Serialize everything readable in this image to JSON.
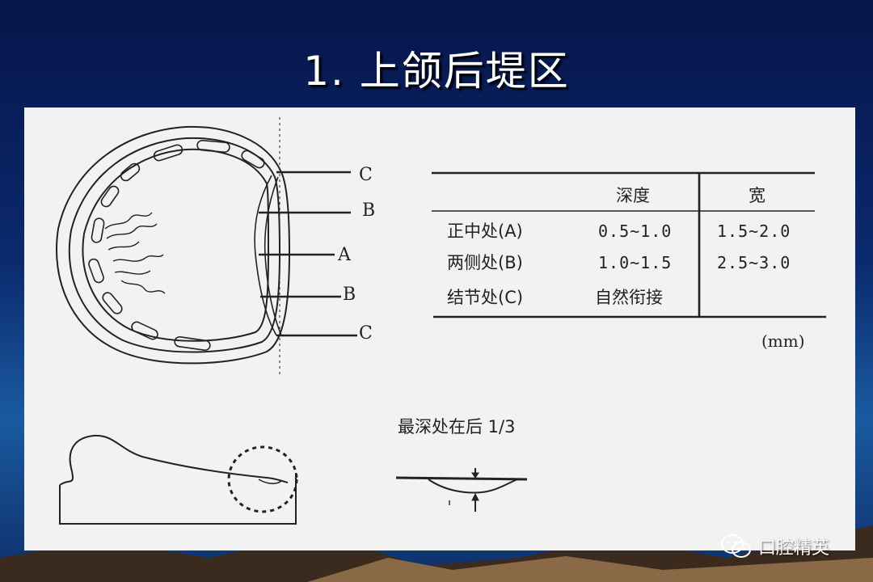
{
  "title": "1. 上颌后堤区",
  "diagram": {
    "labels": {
      "c_top": "C",
      "b_top": "B",
      "a": "A",
      "b_bottom": "B",
      "c_bottom": "C"
    }
  },
  "table": {
    "headers": [
      "",
      "深度",
      "宽"
    ],
    "rows": [
      {
        "label": "正中处(A)",
        "depth": "0.5~1.0",
        "width": "1.5~2.0"
      },
      {
        "label": "两侧处(B)",
        "depth": "1.0~1.5",
        "width": "2.5~3.0"
      },
      {
        "label": "结节处(C)",
        "depth": "自然衔接",
        "width": ""
      }
    ],
    "unit": "(mm)"
  },
  "caption": "最深处在后 1/3",
  "watermark": {
    "text": "口腔精英",
    "icon": "wechat-icon"
  }
}
